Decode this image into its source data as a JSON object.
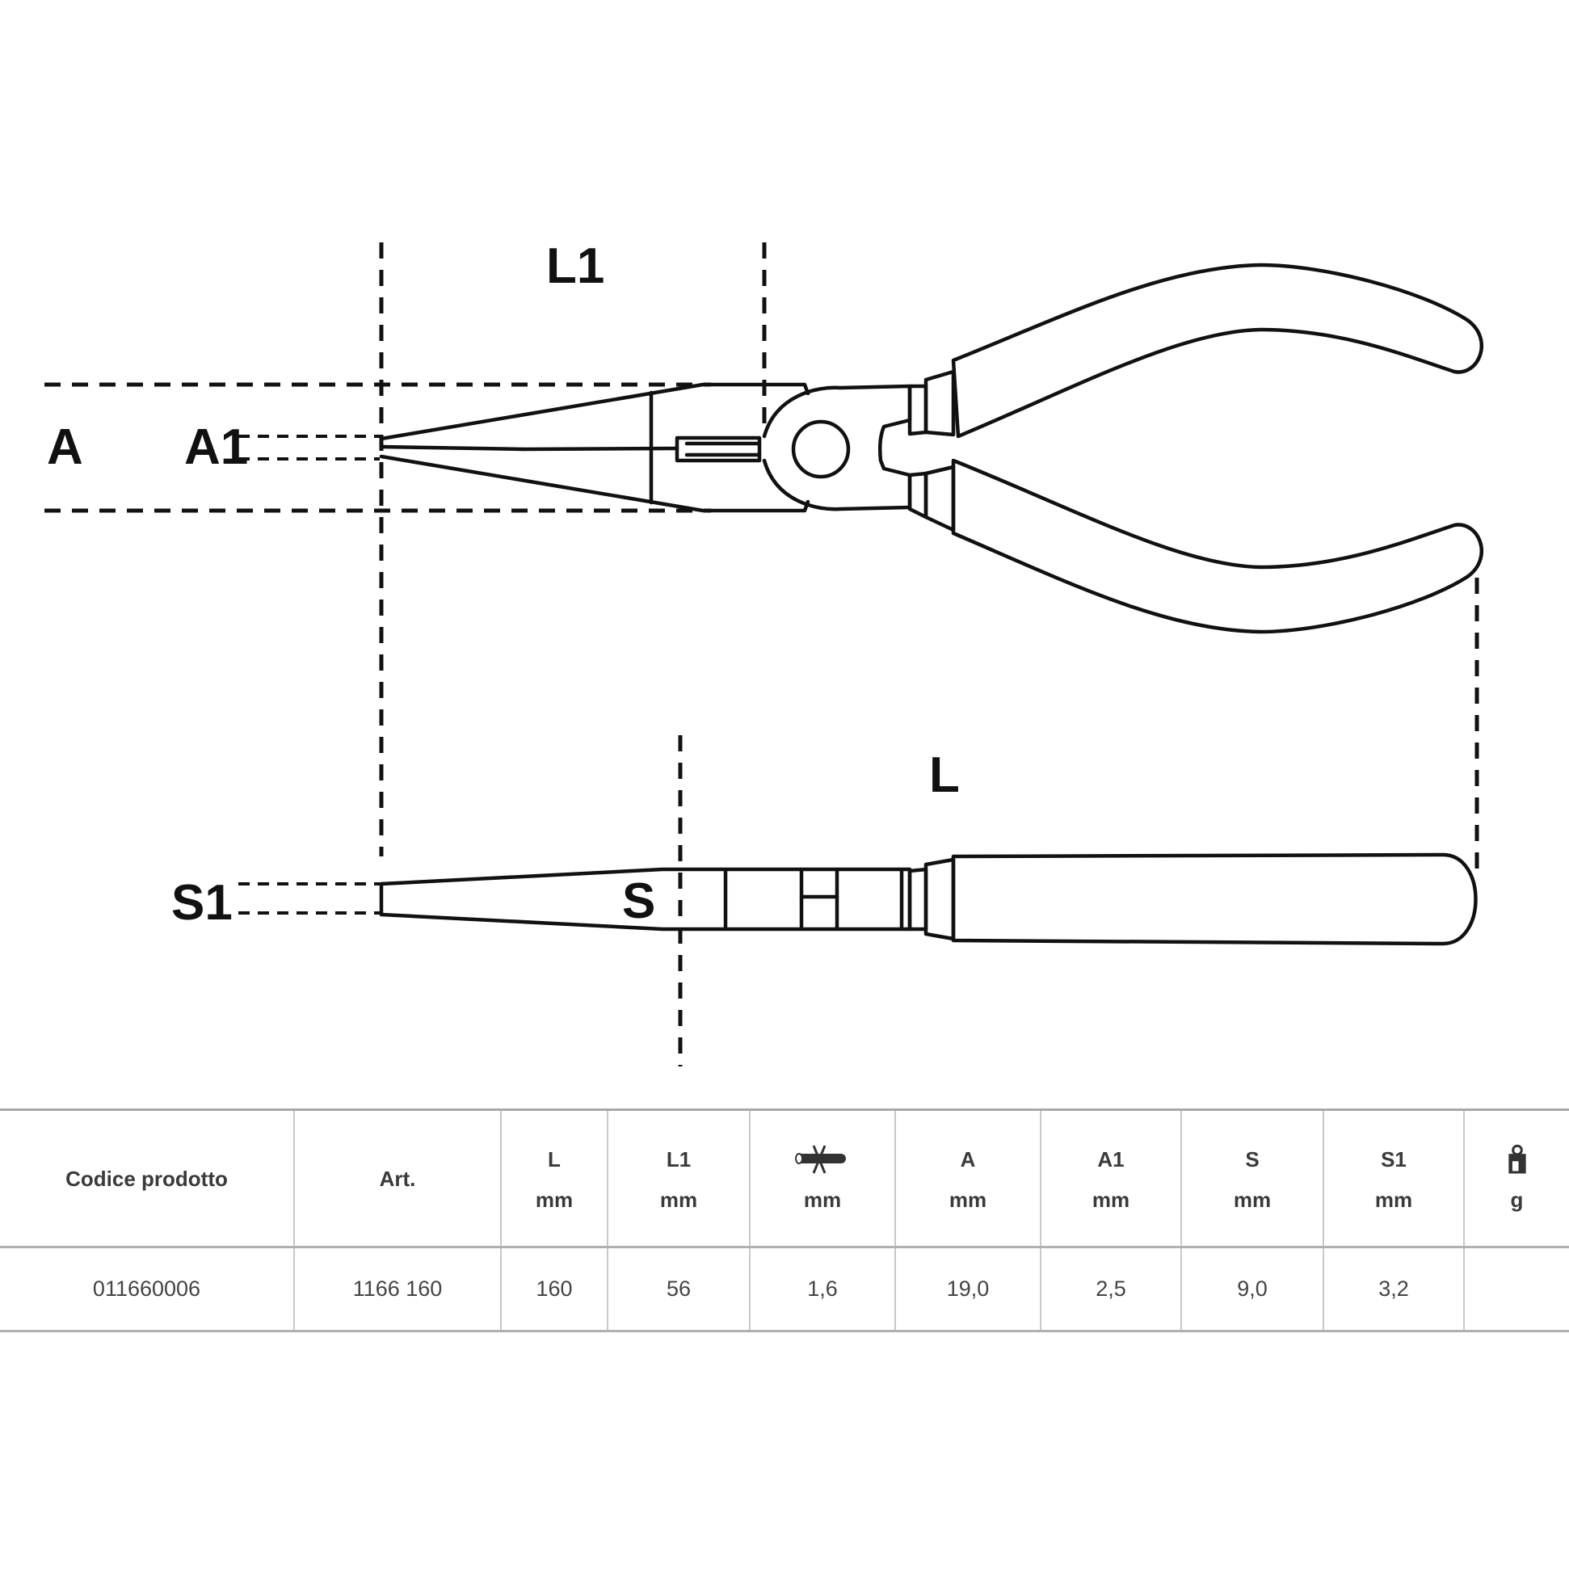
{
  "diagram": {
    "labels": {
      "L1": "L1",
      "A": "A",
      "A1": "A1",
      "L": "L",
      "S": "S",
      "S1": "S1"
    }
  },
  "table": {
    "headers": [
      {
        "title": "Codice prodotto",
        "unit": ""
      },
      {
        "title": "Art.",
        "unit": ""
      },
      {
        "title": "L",
        "unit": "mm"
      },
      {
        "title": "L1",
        "unit": "mm"
      },
      {
        "title": "",
        "icon": "wire-cutting-icon",
        "unit": "mm"
      },
      {
        "title": "A",
        "unit": "mm"
      },
      {
        "title": "A1",
        "unit": "mm"
      },
      {
        "title": "S",
        "unit": "mm"
      },
      {
        "title": "S1",
        "unit": "mm"
      },
      {
        "title": "",
        "icon": "weight-icon",
        "unit": "g"
      }
    ],
    "rows": [
      {
        "codice": "011660006",
        "art": "1166 160",
        "L": "160",
        "L1": "56",
        "cut": "1,6",
        "A": "19,0",
        "A1": "2,5",
        "S": "9,0",
        "S1": "3,2",
        "weight": ""
      }
    ]
  }
}
